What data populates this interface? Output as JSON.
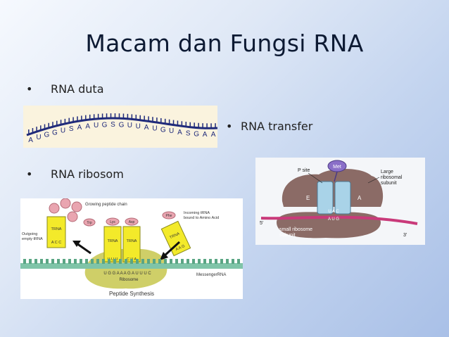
{
  "slide": {
    "title": "Macam dan Fungsi RNA",
    "bullet_glyph": "•",
    "bullets": [
      {
        "label": "RNA duta"
      },
      {
        "label": "RNA transfer"
      },
      {
        "label": "RNA ribosom"
      }
    ]
  },
  "mrna_image": {
    "icon": "mrna-strand-icon",
    "bases": [
      "A",
      "U",
      "G",
      "G",
      "U",
      "S",
      "A",
      "A",
      "U",
      "G",
      "S",
      "G",
      "U",
      "U",
      "A",
      "U",
      "G",
      "U",
      "A",
      "S",
      "G",
      "A",
      "A"
    ]
  },
  "trna_image": {
    "icon": "ribosome-trna-icon",
    "met": "Met",
    "p_site": "P site",
    "large_subunit": "Large ribosomal subunit",
    "site_e": "E",
    "site_a": "A",
    "anticodon": "U A C",
    "codon": "A U G",
    "small_subunit": "small ribosome subunit",
    "five_prime": "5'",
    "three_prime": "3'"
  },
  "rrna_image": {
    "icon": "peptide-synthesis-icon",
    "growing_chain": "Growing peptide chain",
    "outgoing": "Outgoing empty tRNA",
    "incoming": "Incoming tRNA bound to Amino Acid",
    "trna": "TRNA",
    "amino_1": "Trp",
    "amino_2": "Lys",
    "amino_3": "Asp",
    "amino_4": "Phe",
    "anti_out": "A C C",
    "anti_1": "U U U",
    "anti_2": "C U A",
    "anti_in": "A A G",
    "mrna_seq": "U G G A A A G A U U U C",
    "ribosome": "Ribosome",
    "messenger": "MessengerRNA",
    "caption": "Peptide Synthesis"
  }
}
